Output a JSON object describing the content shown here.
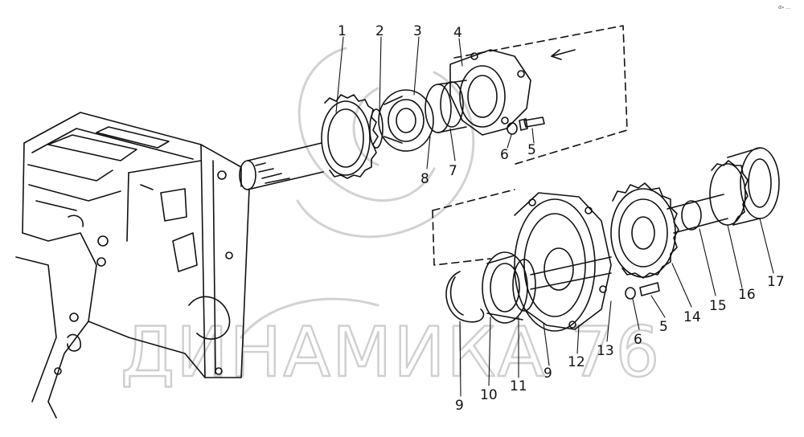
{
  "diagram": {
    "part_labels": [
      "1",
      "2",
      "3",
      "4",
      "5",
      "6",
      "7",
      "8",
      "9",
      "10",
      "11",
      "12",
      "13",
      "14",
      "15",
      "16",
      "17"
    ],
    "corner_mark": "d» ...",
    "watermark": "ДИНАМИКА 76",
    "colors": {
      "ink": "#111111",
      "watermark": "#cfcfcf",
      "background": "#ffffff"
    }
  }
}
